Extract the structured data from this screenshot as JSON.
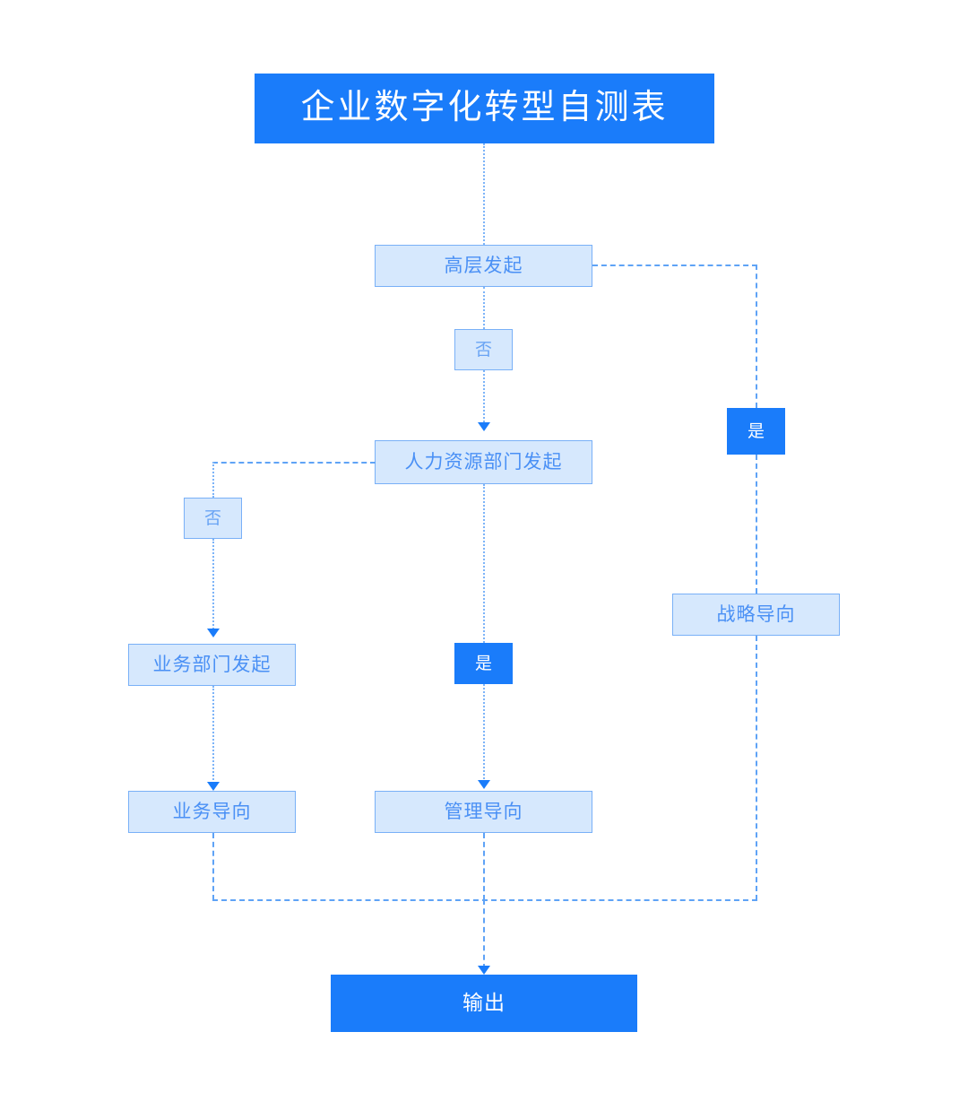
{
  "diagram": {
    "title": "企业数字化转型自测表",
    "background_color": "#ffffff",
    "accent_color": "#1a7cfa",
    "node_fill_color": "#d6e8fd",
    "node_border_color": "#79b0f7",
    "node_text_color": "#4a90f5",
    "connector_color": "#7db4f8"
  },
  "nodes": {
    "title": "企业数字化转型自测表",
    "senior_initiate": "高层发起",
    "hr_initiate": "人力资源部门发起",
    "business_initiate": "业务部门发起",
    "strategy_oriented": "战略导向",
    "management_oriented": "管理导向",
    "business_oriented": "业务导向",
    "output": "输出"
  },
  "labels": {
    "no_top": "否",
    "no_left": "否",
    "yes_right": "是",
    "yes_middle": "是"
  }
}
